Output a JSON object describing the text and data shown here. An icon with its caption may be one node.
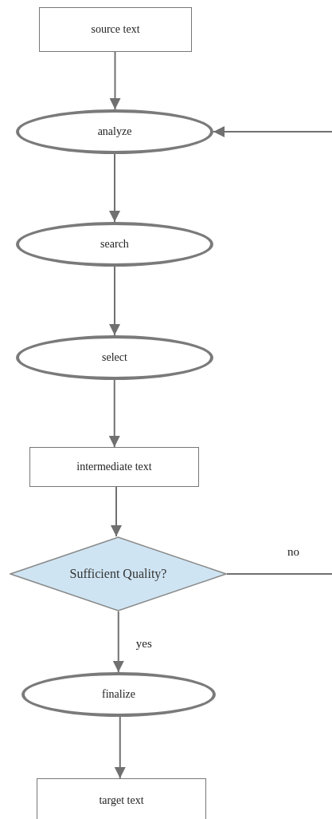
{
  "diagram": {
    "nodes": [
      {
        "text": [
          "source text"
        ]
      },
      {
        "text": [
          "analyze"
        ]
      },
      {
        "text": [
          "search"
        ]
      },
      {
        "text": [
          "select"
        ]
      },
      {
        "text": [
          "intermediate text"
        ]
      },
      {
        "text": [
          "Sufficient Quality?"
        ]
      },
      {
        "text": [
          "finalize"
        ]
      },
      {
        "text": [
          "target text"
        ]
      }
    ],
    "edges": [
      {
        "from": 0,
        "to": 1,
        "arrow": "to"
      },
      {
        "from": 1,
        "to": 2,
        "arrow": "to"
      },
      {
        "from": 2,
        "to": 3,
        "arrow": "to"
      },
      {
        "from": 3,
        "to": 4,
        "arrow": "to"
      },
      {
        "from": 4,
        "to": 5,
        "arrow": "to"
      },
      {
        "from": 5,
        "to": 6,
        "arrow": "to",
        "label": "yes"
      },
      {
        "from": 6,
        "to": 7,
        "arrow": "to"
      },
      {
        "from": 5,
        "to": null,
        "arrow": "none",
        "label": "no"
      },
      {
        "from": null,
        "to": 1,
        "arrow": "to"
      }
    ]
  }
}
